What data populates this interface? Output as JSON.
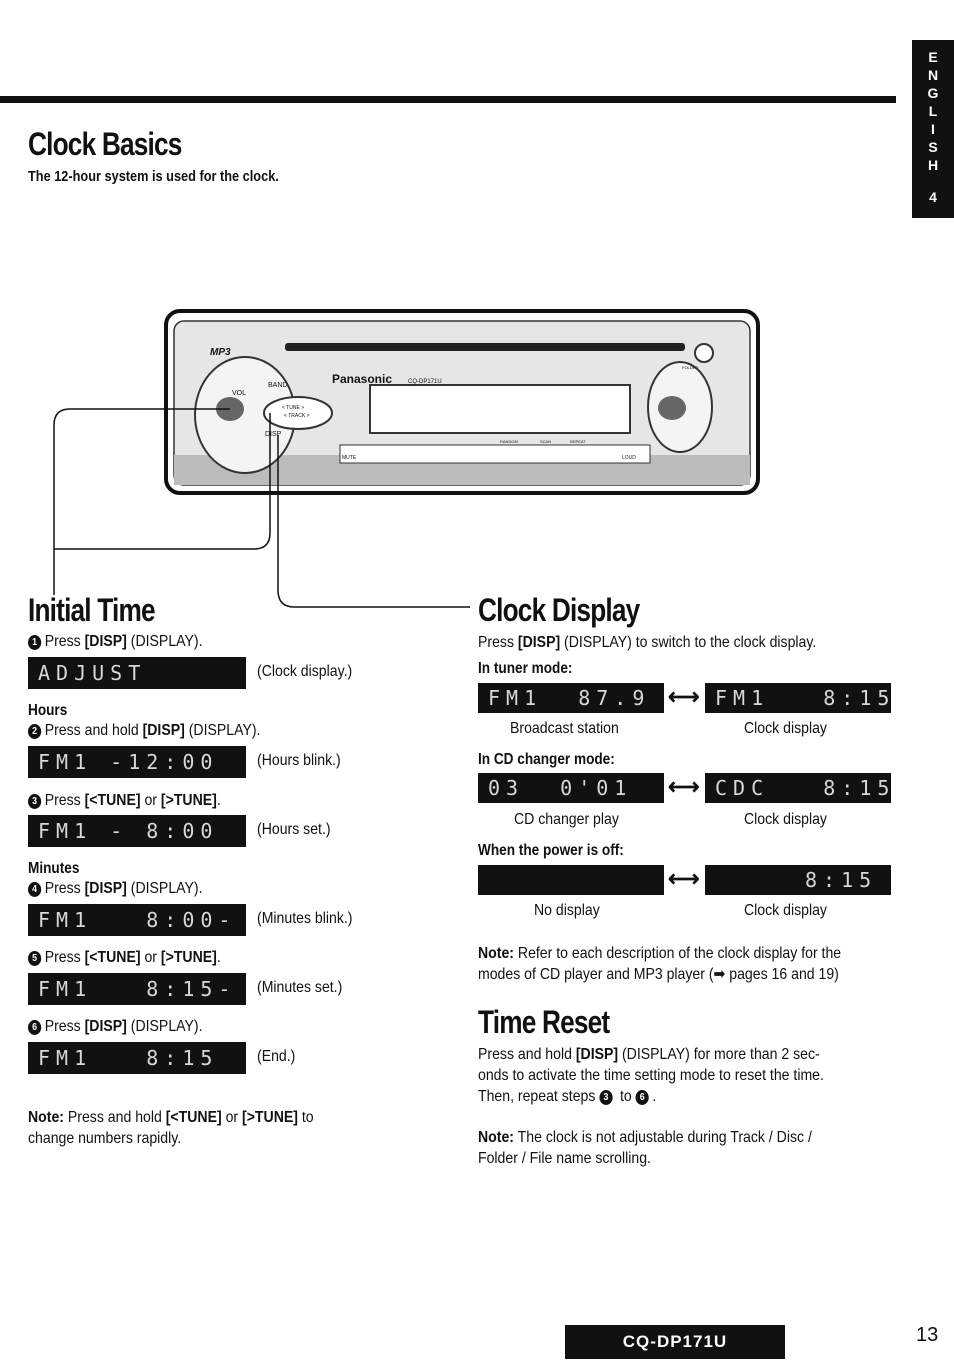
{
  "side_tab": {
    "letters": [
      "E",
      "N",
      "G",
      "L",
      "I",
      "S",
      "H"
    ],
    "number": "4"
  },
  "clock_basics": {
    "title": "Clock Basics",
    "subtitle": "The 12-hour system is used for the clock."
  },
  "device": {
    "brand": "Panasonic",
    "model": "CQ-DP171U",
    "mp3": "MP3",
    "vol": "VOL",
    "band": "BAND",
    "tune": "< TUNE >",
    "track": "< TRACK >",
    "disp": "DISP",
    "folder": "FOLDER",
    "random": "RANDOM",
    "scan": "SCAN",
    "repeat": "REPEAT",
    "mute": "MUTE",
    "loud": "LOUD"
  },
  "initial_time": {
    "title": "Initial Time",
    "step1": {
      "num": "1",
      "pre": "Press ",
      "key": "[DISP]",
      "post": " (DISPLAY)."
    },
    "lcd1": {
      "text": "ADJUST",
      "caption": "(Clock display.)"
    },
    "hours_label": "Hours",
    "step2": {
      "num": "2",
      "pre": "Press and hold ",
      "key": "[DISP]",
      "post": " (DISPLAY)."
    },
    "lcd2": {
      "text": "FM1 -12:00",
      "caption": "(Hours blink.)"
    },
    "step3": {
      "num": "3",
      "pre": "Press ",
      "key1": "[<TUNE]",
      "mid": " or ",
      "key2": "[>TUNE]",
      "post": "."
    },
    "lcd3": {
      "text": "FM1 - 8:00",
      "caption": "(Hours set.)"
    },
    "minutes_label": "Minutes",
    "step4": {
      "num": "4",
      "pre": "Press ",
      "key": "[DISP]",
      "post": " (DISPLAY)."
    },
    "lcd4": {
      "text": "FM1   8:00-",
      "caption": "(Minutes blink.)"
    },
    "step5": {
      "num": "5",
      "pre": "Press ",
      "key1": "[<TUNE]",
      "mid": " or ",
      "key2": "[>TUNE]",
      "post": "."
    },
    "lcd5": {
      "text": "FM1   8:15-",
      "caption": "(Minutes set.)"
    },
    "step6": {
      "num": "6",
      "pre": "Press ",
      "key": "[DISP]",
      "post": " (DISPLAY)."
    },
    "lcd6": {
      "text": "FM1   8:15",
      "caption": "(End.)"
    },
    "note": {
      "label": "Note:",
      "pre": " Press and hold ",
      "key1": "[<TUNE]",
      "mid": " or ",
      "key2": "[>TUNE]",
      "post": " to",
      "line2": "change numbers rapidly."
    }
  },
  "clock_display": {
    "title": "Clock Display",
    "intro": {
      "pre": "Press ",
      "key": "[DISP]",
      "post": " (DISPLAY) to switch to the clock display."
    },
    "tuner_label": "In tuner mode:",
    "tuner_left": "FM1  87.9",
    "tuner_right": "FM1   8:15",
    "tuner_cap_left": "Broadcast station",
    "tuner_cap_right": "Clock display",
    "cd_label": "In CD changer mode:",
    "cd_left": "03  0'01",
    "cd_right": "CDC   8:15",
    "cd_cap_left": "CD changer play",
    "cd_cap_right": "Clock display",
    "off_label": "When the power is off:",
    "off_left": "",
    "off_right": "8:15",
    "off_cap_left": "No display",
    "off_cap_right": "Clock display",
    "note": {
      "label": "Note:",
      "line1": " Refer to each description of the clock display for the",
      "line2": "modes of CD player and MP3 player (➡ pages 16 and 19)"
    }
  },
  "time_reset": {
    "title": "Time Reset",
    "line1_pre": "Press and hold ",
    "line1_key": "[DISP]",
    "line1_post": " (DISPLAY) for more than 2 sec-",
    "line2": "onds to activate the time setting mode to reset the time.",
    "line3_pre": "Then, repeat steps ",
    "line3_a": "3",
    "line3_mid": " to ",
    "line3_b": "6",
    "line3_post": ".",
    "note_label": "Note:",
    "note_line1": " The clock is not adjustable during Track / Disc /",
    "note_line2": "Folder / File name scrolling."
  },
  "footer": {
    "model": "CQ-DP171U",
    "page": "13"
  }
}
